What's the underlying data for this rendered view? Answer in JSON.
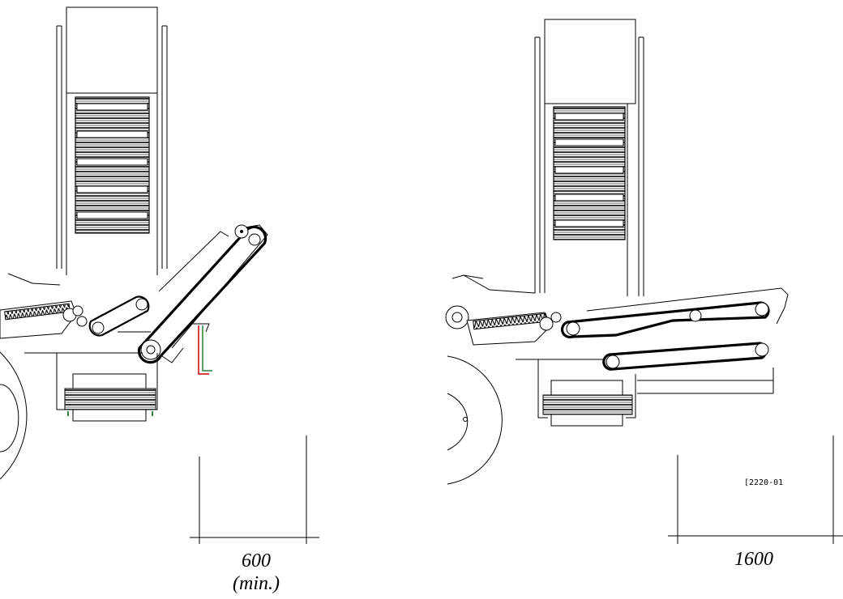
{
  "left_view": {
    "dimension_value": "600",
    "dimension_note": "(min.)"
  },
  "right_view": {
    "dimension_value": "1600",
    "drawing_code": "[2220-01"
  },
  "colors": {
    "line": "#000000",
    "stand_red": "#cc0000",
    "stand_green": "#2e7d32",
    "roller_green": "#2e7d32"
  }
}
